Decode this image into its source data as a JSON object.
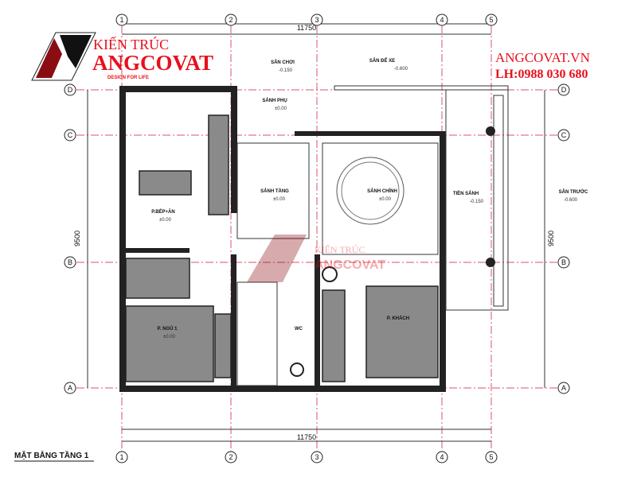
{
  "brand": {
    "line1": "KIẾN TRÚC",
    "line2": "ANGCOVAT",
    "tagline": "DESIGN FOR LIFE",
    "website": "ANGCOVAT.VN",
    "phone": "LH:0988 030 680",
    "color": "#e8101c"
  },
  "grid": {
    "columns": [
      "1",
      "2",
      "3",
      "4",
      "5"
    ],
    "rows": [
      "D",
      "C",
      "B",
      "A"
    ]
  },
  "dimensions": {
    "top": "11750",
    "bottom": "11750",
    "left": "9500",
    "right": "9500"
  },
  "rooms": [
    {
      "name": "SÂN CHƠI",
      "level": "-0.150"
    },
    {
      "name": "SÂN ĐỂ XE",
      "level": "-0.600"
    },
    {
      "name": "SẢNH PHỤ",
      "level": "±0.00"
    },
    {
      "name": "P.BẾP+ĂN",
      "level": "±0.00"
    },
    {
      "name": "SẢNH TẦNG",
      "level": "±0.00"
    },
    {
      "name": "SẢNH CHÍNH",
      "level": "±0.00"
    },
    {
      "name": "TIỀN SẢNH",
      "level": "-0.150"
    },
    {
      "name": "SÂN TRƯỚC",
      "level": "-0.600"
    },
    {
      "name": "P. NGỦ 1",
      "level": "±0.00"
    },
    {
      "name": "WC",
      "level": ""
    },
    {
      "name": "P. KHÁCH",
      "level": ""
    }
  ],
  "title": "MẶT BẰNG TẦNG 1"
}
